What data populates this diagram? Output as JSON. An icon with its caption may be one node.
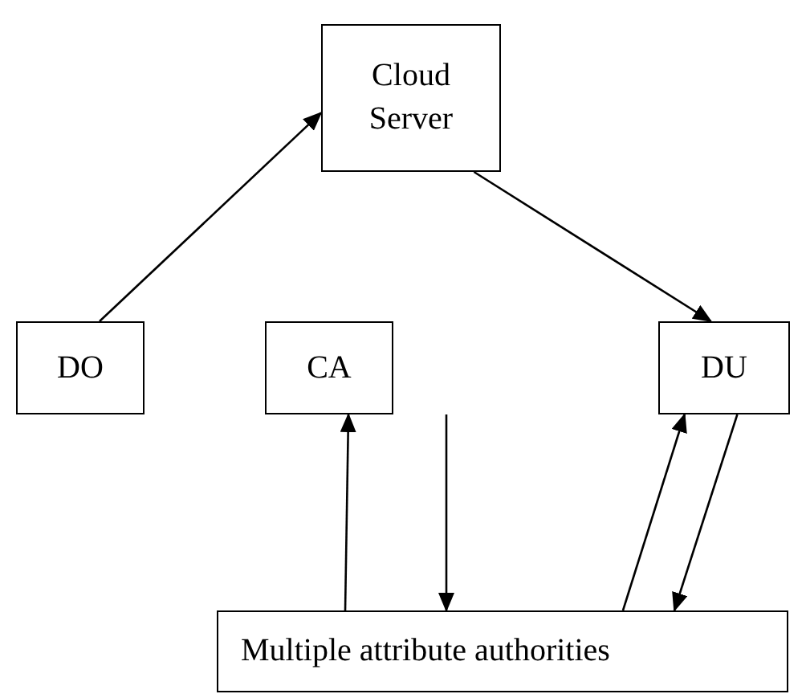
{
  "diagram": {
    "nodes": [
      {
        "text": [
          "Cloud Server"
        ]
      },
      {
        "text": [
          "DO"
        ]
      },
      {
        "text": [
          "CA"
        ]
      },
      {
        "text": [
          "DU"
        ]
      },
      {
        "text": [
          "Multiple attribute authorities"
        ]
      }
    ],
    "edges": [
      {
        "from": 1,
        "to": 0,
        "arrow": "to"
      },
      {
        "from": 0,
        "to": 3,
        "arrow": "to"
      },
      {
        "from": 4,
        "to": 2,
        "arrow": "to"
      },
      {
        "from": 2,
        "to": 4,
        "arrow": "to"
      },
      {
        "from": 4,
        "to": 3,
        "arrow": "to"
      },
      {
        "from": 3,
        "to": 4,
        "arrow": "to"
      }
    ]
  }
}
